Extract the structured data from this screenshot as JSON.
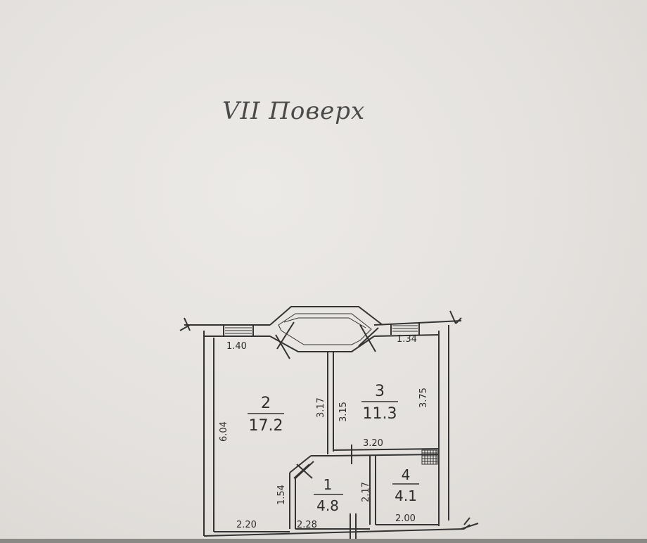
{
  "title": "VII Поверх",
  "rooms": [
    {
      "id": "1",
      "area": "4.8"
    },
    {
      "id": "2",
      "area": "17.2"
    },
    {
      "id": "3",
      "area": "11.3"
    },
    {
      "id": "4",
      "area": "4.1"
    }
  ],
  "dimensions": {
    "room2_window": "1.40",
    "room3_window": "1.34",
    "room2_height": "6.04",
    "room2_right_wall": "3.17",
    "room3_left_wall": "3.15",
    "room3_right_wall": "3.75",
    "room3_bottom": "3.20",
    "room1_left": "1.54",
    "room1_right": "2.17",
    "room2_bottom": "2.20",
    "room1_bottom": "2.28",
    "room4_bottom": "2.00"
  }
}
